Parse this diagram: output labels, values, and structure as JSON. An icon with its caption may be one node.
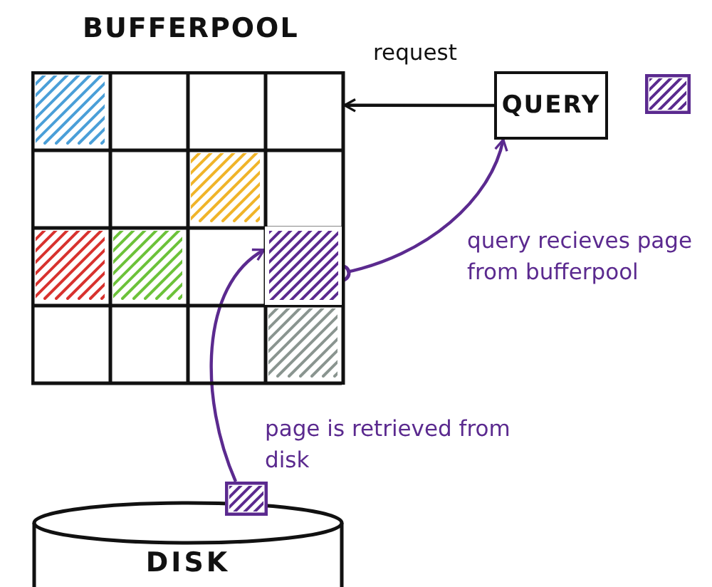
{
  "diagram": {
    "nodes": [
      {
        "text": [
          "BUFFERPOOL"
        ]
      },
      {
        "text": [],
        "shape": "box",
        "in": 0
      },
      {
        "text": [
          "QUERY"
        ]
      },
      {
        "text": [],
        "shape": "box"
      },
      {
        "text": [],
        "shape": "box"
      },
      {
        "text": [
          "DISK"
        ]
      }
    ],
    "edges": [
      {
        "from": 2,
        "to": 0,
        "arrow": "to",
        "label": "request",
        "color": "#111111"
      },
      {
        "from": 1,
        "to": 2,
        "arrow": "to",
        "label": "query recieves page from bufferpool",
        "color": "#5b2a8f"
      },
      {
        "from": 4,
        "to": 1,
        "arrow": "to",
        "label": "page is retrieved from disk",
        "color": "#5b2a8f"
      }
    ]
  }
}
